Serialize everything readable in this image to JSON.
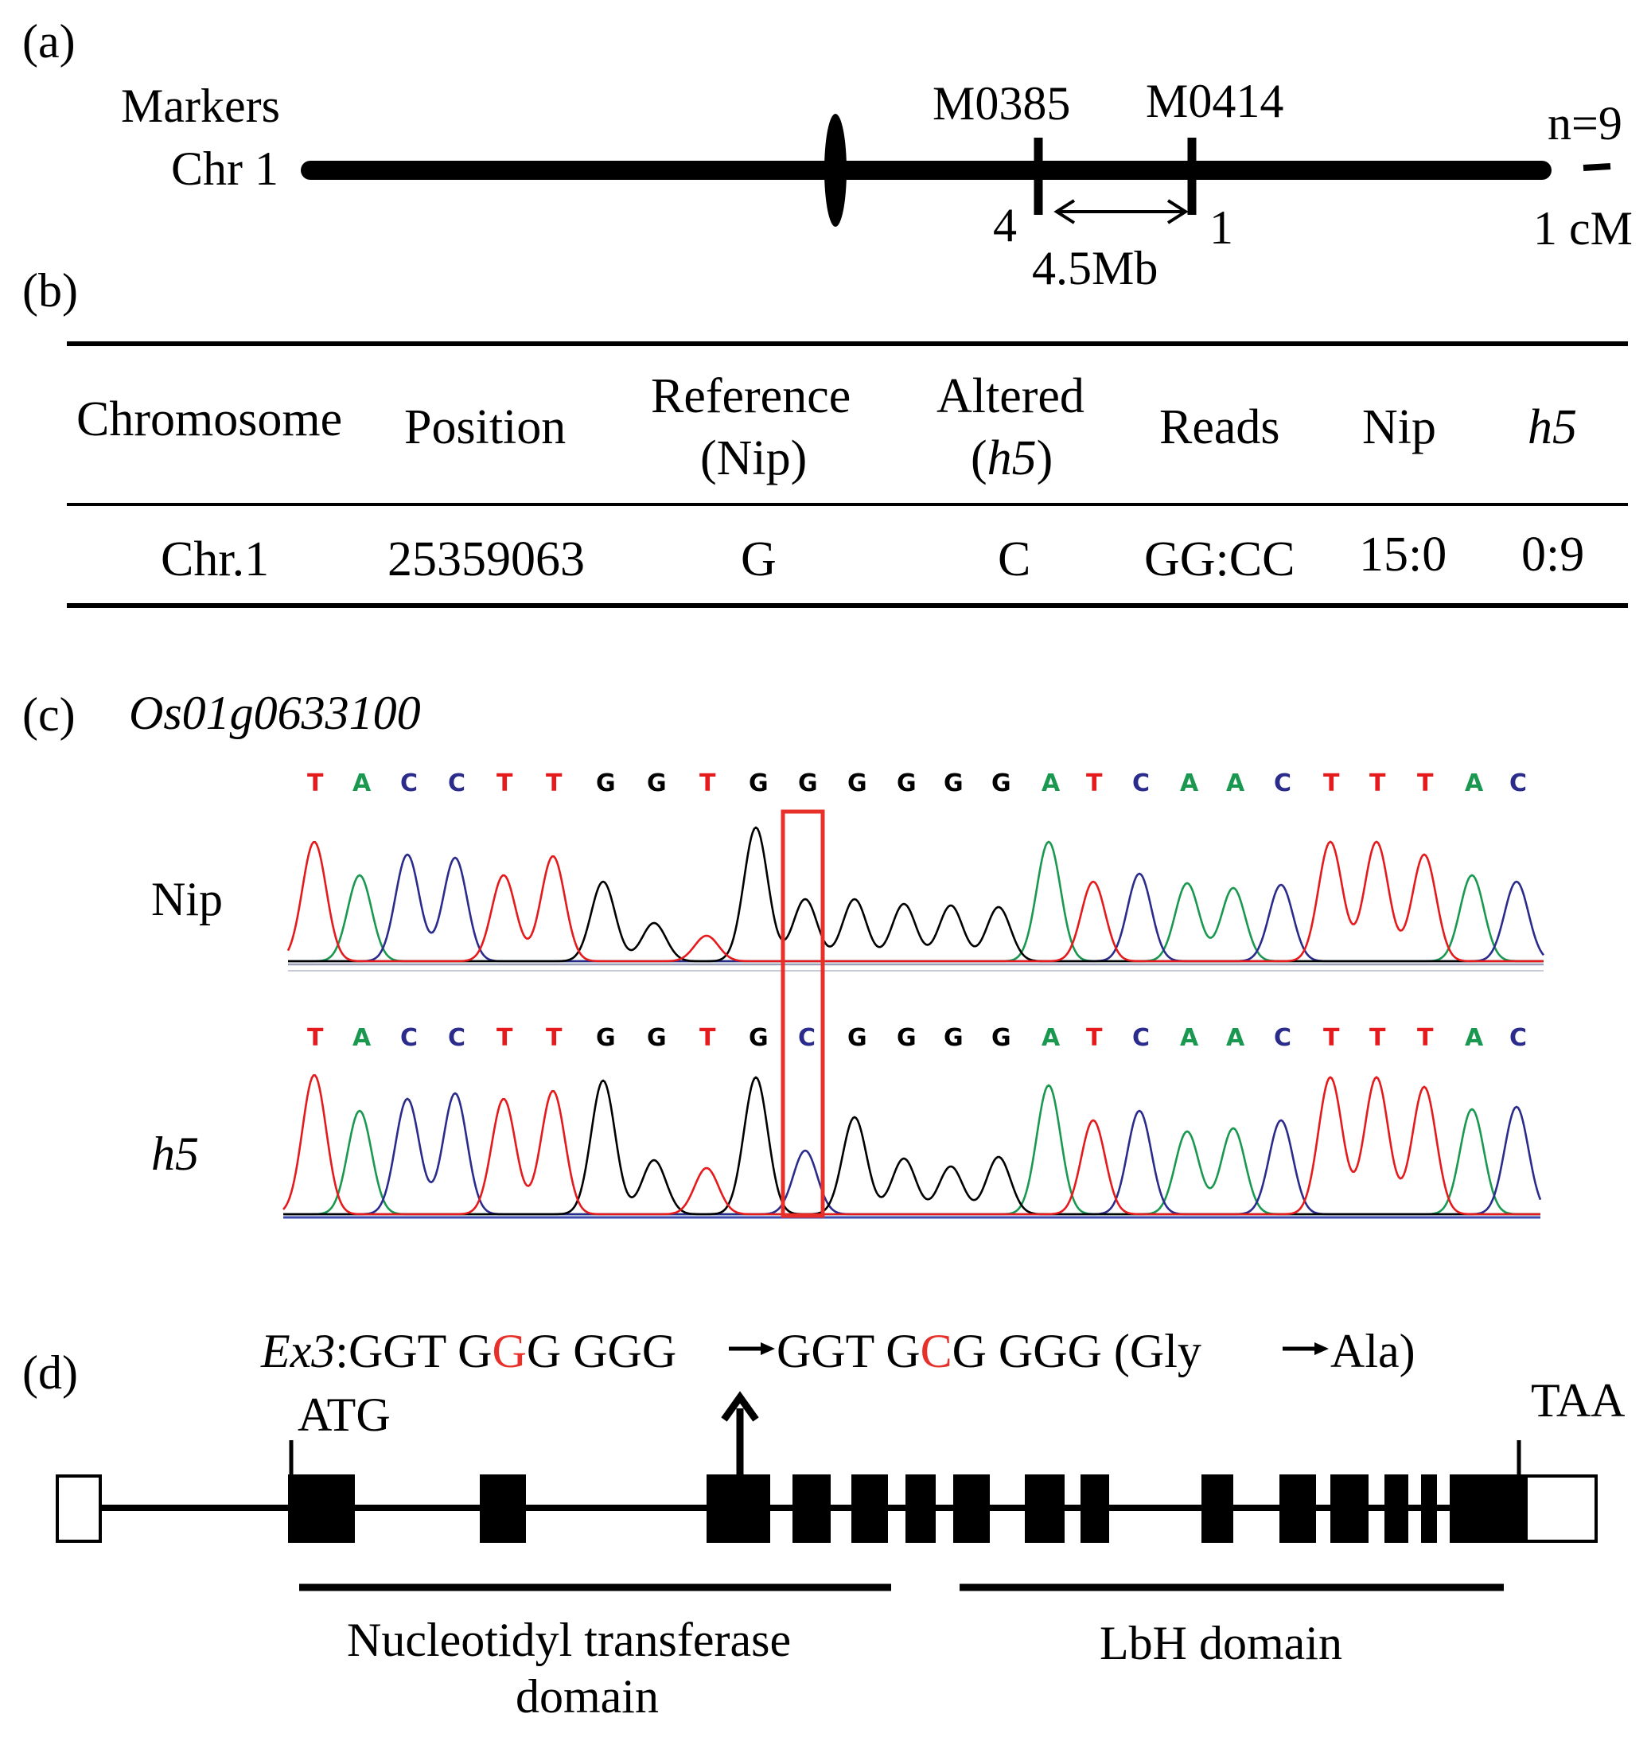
{
  "panels": {
    "a": "(a)",
    "b": "(b)",
    "c": "(c)",
    "d": "(d)"
  },
  "map": {
    "markers_label": "Markers",
    "chr_label": "Chr 1",
    "marker_left": "M0385",
    "marker_right": "M0414",
    "recomb_left": "4",
    "recomb_right": "1",
    "distance": "4.5Mb",
    "n": "n=9",
    "scale": "1 cM"
  },
  "table": {
    "headers": {
      "chromosome": "Chromosome",
      "position": "Position",
      "reference_line1": "Reference",
      "reference_line2": "(Nip)",
      "altered_line1": "Altered",
      "altered_open": "(",
      "altered_h5": "h5",
      "altered_close": ")",
      "reads": "Reads",
      "nip": "Nip",
      "h5": "h5"
    },
    "row": {
      "chromosome": "Chr.1",
      "position": "25359063",
      "reference": "G",
      "altered": "C",
      "reads": "GG:CC",
      "nip": "15:0",
      "h5": "0:9"
    }
  },
  "chromatogram": {
    "gene": "Os01g0633100",
    "nip_label": "Nip",
    "h5_label": "h5",
    "nip_sequence": [
      "T",
      "A",
      "C",
      "C",
      "T",
      "T",
      "G",
      "G",
      "T",
      "G",
      "G",
      "G",
      "G",
      "G",
      "G",
      "A",
      "T",
      "C",
      "A",
      "A",
      "C",
      "T",
      "T",
      "T",
      "A",
      "C"
    ],
    "h5_sequence": [
      "T",
      "A",
      "C",
      "C",
      "T",
      "T",
      "G",
      "G",
      "T",
      "G",
      "C",
      "G",
      "G",
      "G",
      "G",
      "A",
      "T",
      "C",
      "A",
      "A",
      "C",
      "T",
      "T",
      "T",
      "A",
      "C"
    ],
    "highlight_index": 10,
    "base_colors": {
      "A": "#1a9850",
      "C": "#2b2b8c",
      "G": "#000000",
      "T": "#e41a1c"
    },
    "highlight_color": "#e8302a"
  },
  "gene_model": {
    "exon_label_prefix": "Ex3",
    "mut_wt1": "GGT G",
    "mut_wt_base": "G",
    "mut_wt2": "G GGG",
    "mut_mt1": "GGT G",
    "mut_mt_base": "C",
    "mut_mt2": "G GGG (Gly",
    "mut_aa_end": "Ala)",
    "start_codon": "ATG",
    "stop_codon": "TAA",
    "domain1_line1": "Nucleotidyl transferase",
    "domain1_line2": "domain",
    "domain2": "LbH domain",
    "mutation_color": "#e8302a"
  }
}
